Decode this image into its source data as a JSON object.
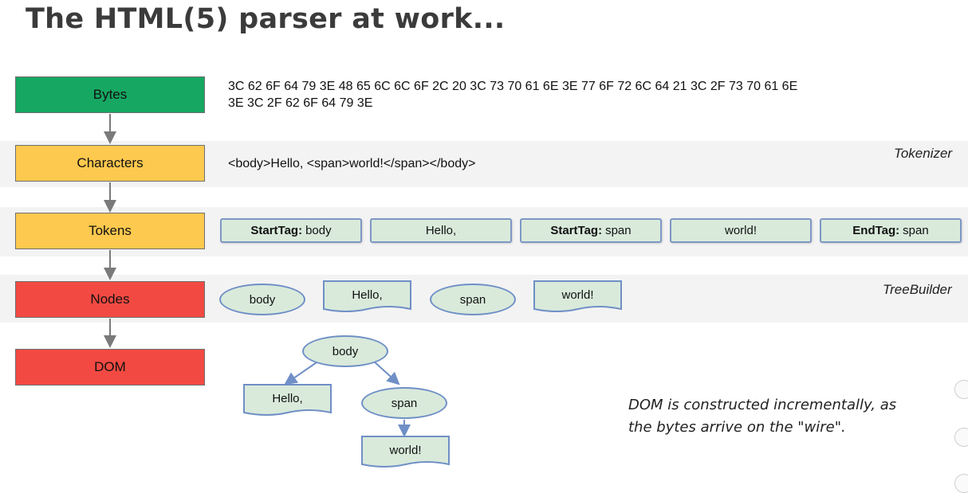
{
  "title": "The HTML(5) parser at work...",
  "stages": [
    "Bytes",
    "Characters",
    "Tokens",
    "Nodes",
    "DOM"
  ],
  "bytes_line1": "3C 62 6F 64 79 3E 48 65 6C 6C 6F 2C 20 3C 73 70 61 6E 3E 77 6F 72 6C 64 21 3C 2F 73 70 61 6E",
  "bytes_line2": "3E 3C 2F 62 6F 64 79 3E",
  "characters": "<body>Hello, <span>world!</span></body>",
  "tokenizer_label": "Tokenizer",
  "treebuilder_label": "TreeBuilder",
  "tokens": [
    {
      "kind": "StartTag:",
      "value": "body"
    },
    {
      "kind": "",
      "value": "Hello,"
    },
    {
      "kind": "StartTag:",
      "value": "span"
    },
    {
      "kind": "",
      "value": "world!"
    },
    {
      "kind": "EndTag:",
      "value": "span"
    }
  ],
  "nodes": [
    "body",
    "Hello,",
    "span",
    "world!"
  ],
  "dom": {
    "root": "body",
    "text1": "Hello,",
    "child": "span",
    "text2": "world!"
  },
  "note_line1": "DOM is constructed incrementally, as",
  "note_line2": "the bytes arrive on the \"wire\".",
  "colors": {
    "green": "#16a862",
    "yellow": "#fdc94e",
    "red": "#f24a42",
    "node_fill": "#d9eadb",
    "node_border": "#7e97c4"
  }
}
